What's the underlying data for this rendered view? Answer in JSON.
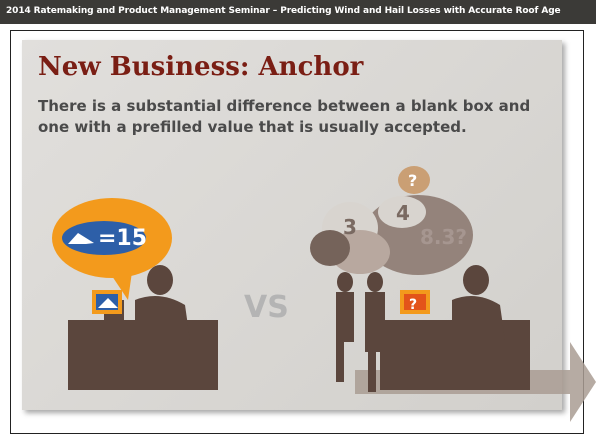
{
  "header": {
    "text": "2014 Ratemaking and Product Management Seminar – Predicting Wind and Hail Losses with Accurate Roof Age"
  },
  "slide": {
    "title": "New Business: Anchor",
    "subtitle": "There is a substantial difference between a blank box and one with a prefilled value that is usually accepted."
  },
  "left_scene": {
    "bubble_value": "=15",
    "icon": "roof-icon"
  },
  "separator": {
    "label": "VS"
  },
  "right_scene": {
    "guesses": [
      "3",
      "4",
      "?",
      "8.3?"
    ],
    "screen_icon": "question-mark-icon"
  },
  "colors": {
    "header_bg": "#3b3a37",
    "title": "#7a1e14",
    "bubble_orange": "#f39a1c",
    "bubble_blue": "#2d5fa8",
    "silhouette": "#5b463d",
    "arrow": "#a99c93"
  }
}
